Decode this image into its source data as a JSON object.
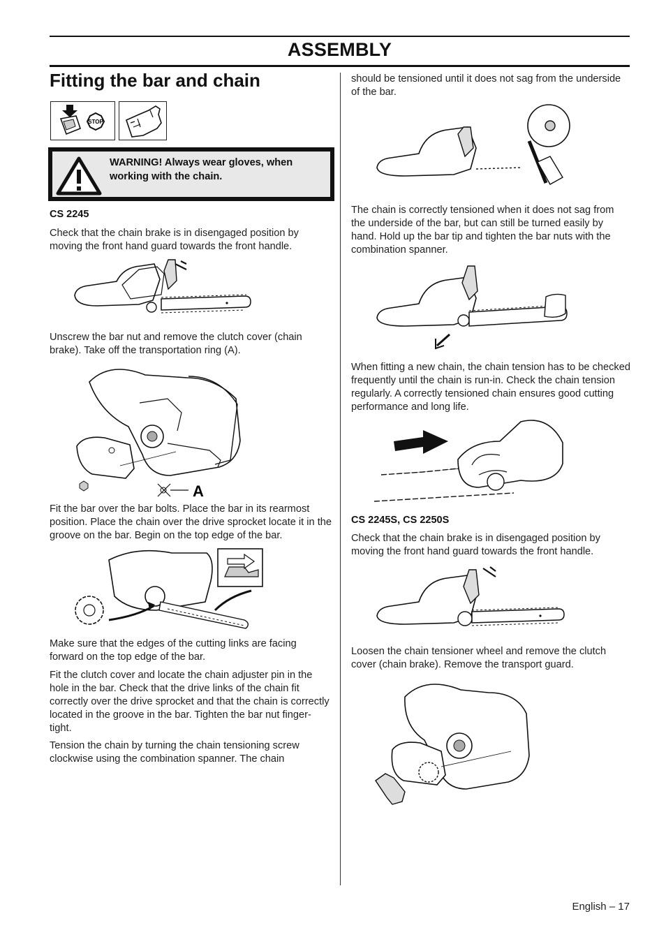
{
  "header": {
    "section_title": "ASSEMBLY"
  },
  "main": {
    "title": "Fitting the bar and chain",
    "warning": {
      "text": "WARNING! Always wear gloves, when working with the chain.",
      "stop_label": "STOP"
    },
    "cs2245": {
      "heading": "CS 2245",
      "p1": "Check that the chain brake is in disengaged position by moving the front hand guard towards the front handle.",
      "p2": "Unscrew the bar nut and remove the clutch cover (chain brake). Take off the transportation ring (A).",
      "label_a": "A",
      "p3": "Fit the bar over the bar bolts. Place the bar in its rearmost position. Place the chain over the drive sprocket locate it in the groove on the bar. Begin on the top edge of the bar.",
      "p4": "Make sure that the edges of the cutting links are facing forward on the top edge of the bar.",
      "p5": "Fit the clutch cover and locate the chain adjuster pin in the hole in the bar. Check that the drive links of the chain fit correctly over the drive sprocket and that the chain is correctly located in the groove in the bar. Tighten the bar nut finger-tight.",
      "p6": "Tension the chain by turning the chain tensioning screw clockwise using the combination spanner. The chain"
    },
    "right": {
      "p1": "should be tensioned until it does not sag from the underside of the bar.",
      "p2": "The chain is correctly tensioned when it does not sag from the underside of the bar, but can still be turned easily by hand. Hold up the bar tip and tighten the bar nuts with the combination spanner.",
      "p3": "When fitting a new chain, the chain tension has to be checked frequently until the chain is run-in. Check the chain tension regularly. A correctly tensioned chain ensures good cutting performance and long life.",
      "heading": "CS 2245S, CS 2250S",
      "p4": "Check that the chain brake is in disengaged position by moving the front hand guard towards the front handle.",
      "p5": "Loosen the chain tensioner wheel and remove the clutch cover (chain brake). Remove the transport guard."
    }
  },
  "footer": {
    "page_label": "English – 17"
  },
  "colors": {
    "text": "#222222",
    "rule": "#111111",
    "warning_bg": "#e8e8e8"
  }
}
